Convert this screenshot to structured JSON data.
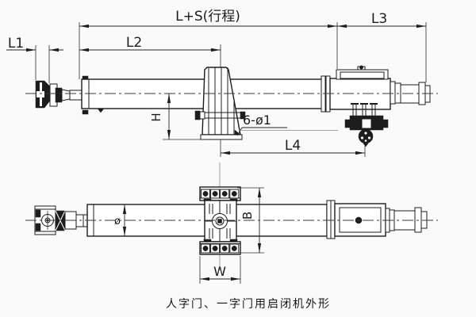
{
  "drawing": {
    "caption": "人字门、一字门用启闭机外形",
    "dimensions": {
      "stroke_total": "L+S(行程)",
      "l1": "L1",
      "l2": "L2",
      "l3": "L3",
      "l4": "L4",
      "h": "H",
      "b": "B",
      "w": "W",
      "bolt_holes": "6-ø1",
      "bore_dia": "ø"
    },
    "colors": {
      "ink": "#1c1c1c",
      "paper": "#fafafa"
    }
  }
}
